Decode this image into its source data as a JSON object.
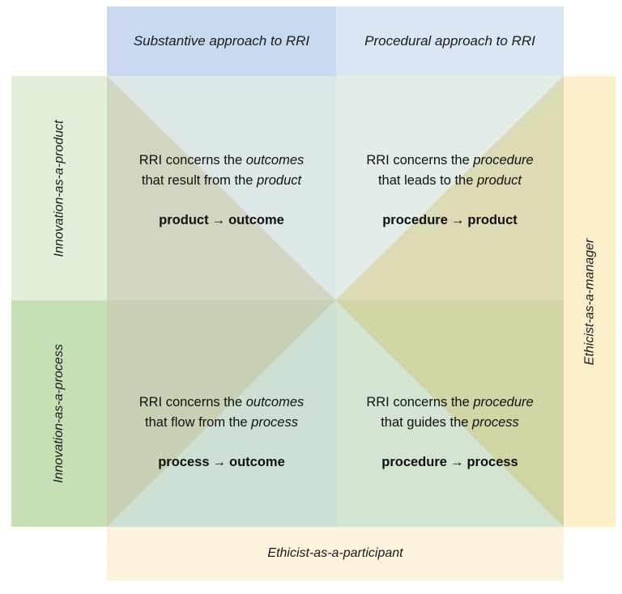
{
  "headers": {
    "substantive": "Substantive approach to RRI",
    "procedural": "Procedural approach to RRI"
  },
  "row_labels": {
    "product": "Innovation-as-a-product",
    "process": "Innovation-as-a-process"
  },
  "side_labels": {
    "manager": "Ethicist-as-a-manager",
    "participant": "Ethicist-as-a-participant"
  },
  "cells": {
    "top_left": {
      "line1_pre": "RRI concerns the ",
      "line1_em": "outcomes",
      "line2_pre": "that result from the ",
      "line2_em": "product",
      "rule_from": "product",
      "arrow": "→",
      "rule_to": "outcome"
    },
    "top_right": {
      "line1_pre": "RRI concerns the ",
      "line1_em": "procedure",
      "line2_pre": "that leads to the ",
      "line2_em": "product",
      "rule_from": "procedure",
      "arrow": "→",
      "rule_to": "product"
    },
    "bottom_left": {
      "line1_pre": "RRI concerns the ",
      "line1_em": "outcomes",
      "line2_pre": "that flow from the ",
      "line2_em": "process",
      "rule_from": "process",
      "arrow": "→",
      "rule_to": "outcome"
    },
    "bottom_right": {
      "line1_pre": "RRI concerns the ",
      "line1_em": "procedure",
      "line2_pre": "that guides the ",
      "line2_em": "process",
      "rule_from": "procedure",
      "arrow": "→",
      "rule_to": "process"
    }
  },
  "colors": {
    "header_substantive": "#c9daf0",
    "header_procedural": "#dae6f3",
    "row_product": "#e2efda",
    "row_process": "#c6e0b4",
    "manager_band": "#fdefc9",
    "participant_band": "#fdf3dd",
    "triangle_tint": "#d6d3a0"
  }
}
